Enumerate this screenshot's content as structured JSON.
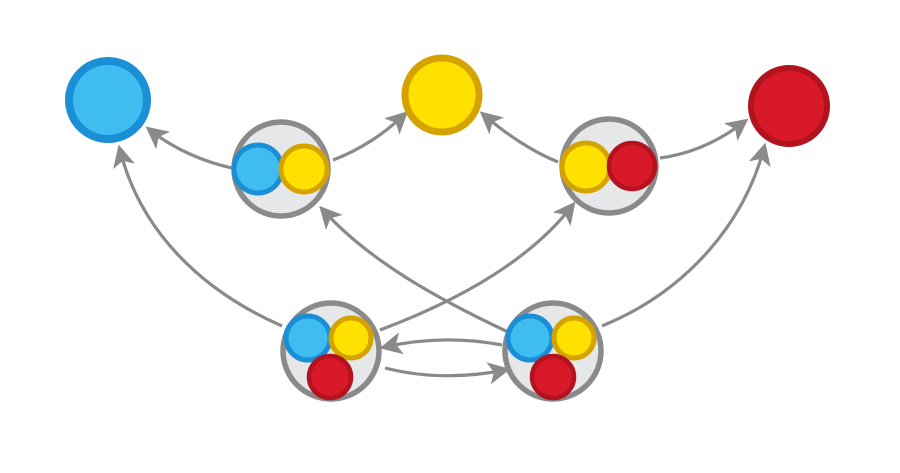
{
  "colors": {
    "blue_fill": "#3fbdf0",
    "blue_ring": "#1a8fd6",
    "yellow_fill": "#ffe100",
    "yellow_ring": "#d4a300",
    "red_fill": "#d7192a",
    "red_ring": "#b3121f",
    "group_fill": "#e6e7e9",
    "group_ring": "#8a8a8a",
    "arrow": "#8a8a8a",
    "background": "#ffffff"
  },
  "nodes": [
    {
      "id": "blue",
      "kind": "single",
      "members": [
        "blue"
      ]
    },
    {
      "id": "yellow",
      "kind": "single",
      "members": [
        "yellow"
      ]
    },
    {
      "id": "red",
      "kind": "single",
      "members": [
        "red"
      ]
    },
    {
      "id": "blue-yellow",
      "kind": "pair",
      "members": [
        "blue",
        "yellow"
      ]
    },
    {
      "id": "yellow-red",
      "kind": "pair",
      "members": [
        "yellow",
        "red"
      ]
    },
    {
      "id": "triple-left",
      "kind": "triple",
      "members": [
        "blue",
        "yellow",
        "red"
      ]
    },
    {
      "id": "triple-right",
      "kind": "triple",
      "members": [
        "blue",
        "yellow",
        "red"
      ]
    }
  ],
  "edges": [
    {
      "from": "blue-yellow",
      "to": "blue"
    },
    {
      "from": "blue-yellow",
      "to": "yellow"
    },
    {
      "from": "yellow-red",
      "to": "yellow"
    },
    {
      "from": "yellow-red",
      "to": "red"
    },
    {
      "from": "triple-left",
      "to": "blue"
    },
    {
      "from": "triple-left",
      "to": "yellow-red"
    },
    {
      "from": "triple-right",
      "to": "blue-yellow"
    },
    {
      "from": "triple-right",
      "to": "red"
    },
    {
      "from": "triple-left",
      "to": "triple-right"
    },
    {
      "from": "triple-right",
      "to": "triple-left"
    }
  ]
}
